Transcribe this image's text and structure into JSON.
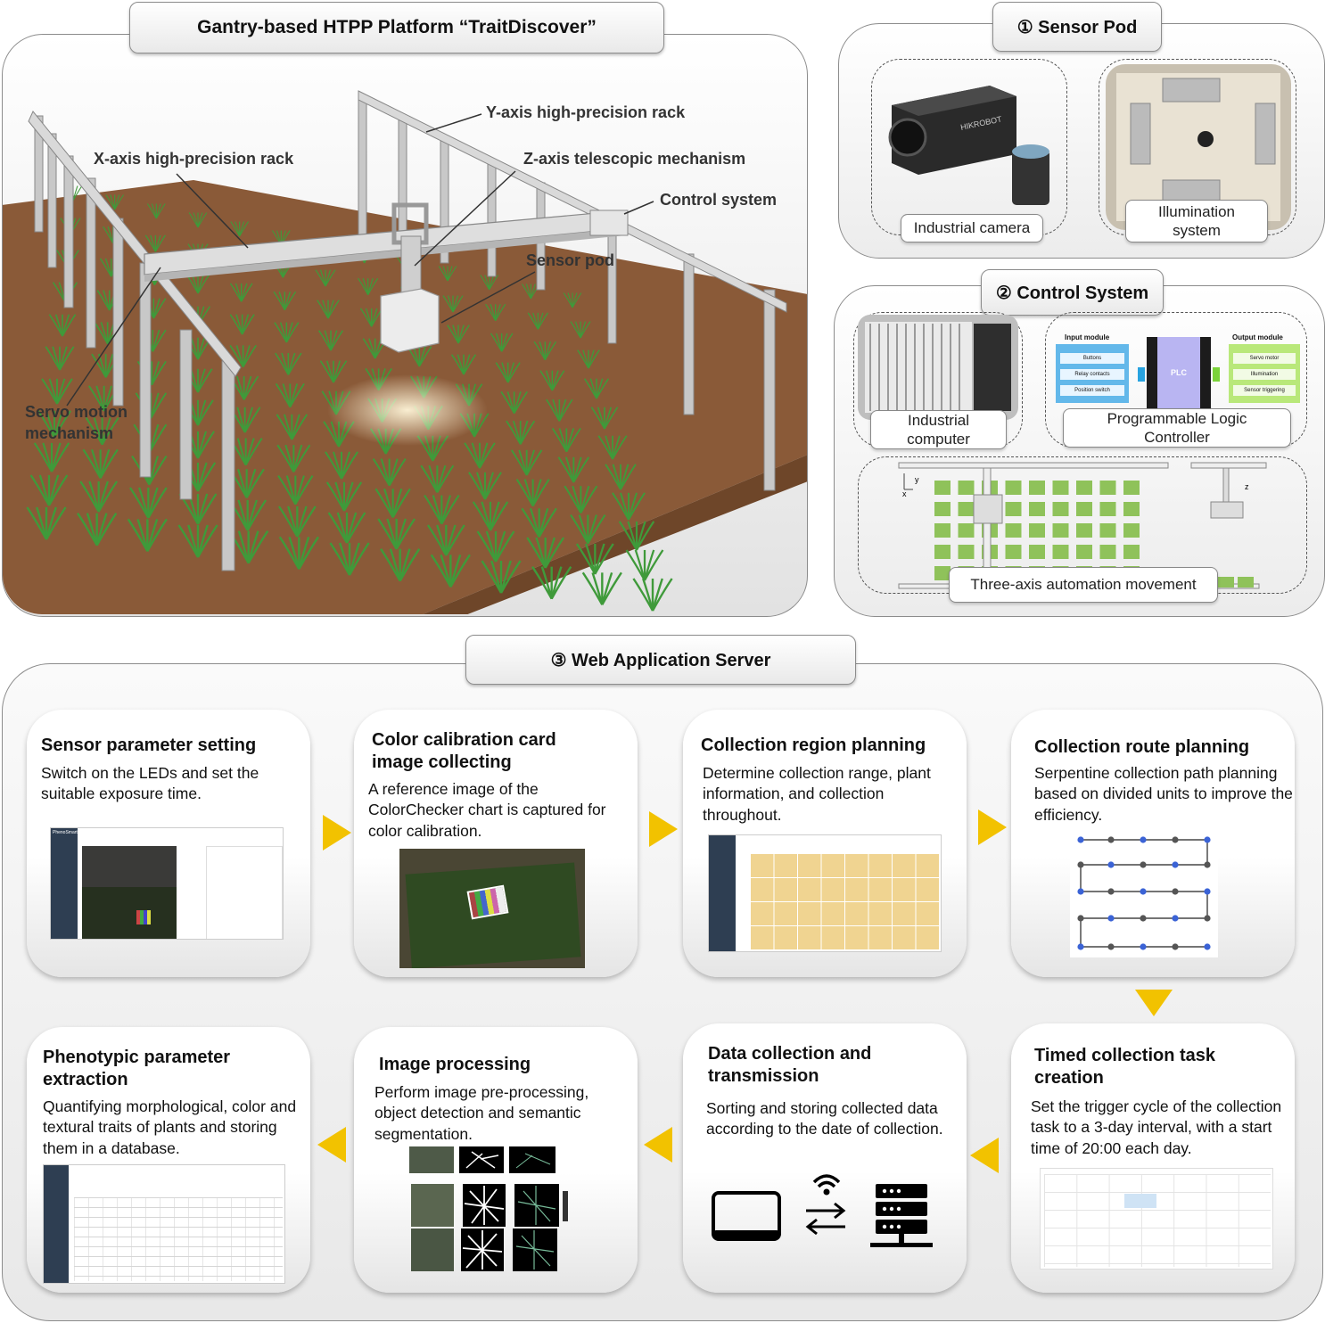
{
  "main_panel": {
    "title": "Gantry-based HTPP Platform “TraitDiscover”",
    "callouts": {
      "y_axis": "Y-axis high-precision rack",
      "x_axis": "X-axis high-precision rack",
      "z_axis": "Z-axis telescopic mechanism",
      "control": "Control system",
      "sensor_pod": "Sensor pod",
      "servo_line1": "Servo motion",
      "servo_line2": "mechanism"
    }
  },
  "sensor_pod": {
    "title": "① Sensor Pod",
    "camera_label": "Industrial camera",
    "camera_brand": "HIKROBOT",
    "illum_line1": "Illumination",
    "illum_line2": "system"
  },
  "control_system": {
    "title": "② Control System",
    "pc_line1": "Industrial",
    "pc_line2": "computer",
    "plc_line1": "Programmable Logic",
    "plc_line2": "Controller",
    "plc_diagram": {
      "input_title": "Input module",
      "inputs": [
        "Buttons",
        "Relay contacts",
        "Position switch"
      ],
      "center": "PLC",
      "output_title": "Output module",
      "outputs": [
        "Servo motor",
        "Illumination",
        "Sensor triggering"
      ]
    },
    "movement_label": "Three-axis automation movement",
    "axis_x": "x",
    "axis_y": "y",
    "axis_z": "z"
  },
  "web_server": {
    "title": "③ Web Application Server",
    "cards": [
      {
        "title": "Sensor parameter setting",
        "desc": "Switch on the LEDs and set the suitable exposure time."
      },
      {
        "title": "Color calibration card image collecting",
        "desc": "A reference image of the ColorChecker chart is captured for color calibration."
      },
      {
        "title": "Collection region planning",
        "desc": "Determine collection range, plant information, and collection throughout."
      },
      {
        "title": "Collection route planning",
        "desc": "Serpentine collection path planning based on divided units to improve the efficiency."
      },
      {
        "title": "Timed collection task creation",
        "desc": "Set the trigger cycle of the collection task to a 3-day interval, with a start time of 20:00 each day."
      },
      {
        "title": "Data collection and transmission",
        "desc": "Sorting and storing collected data according to the date of collection."
      },
      {
        "title": "Image processing",
        "desc": "Perform image pre-processing, object detection and semantic segmentation."
      },
      {
        "title": "Phenotypic parameter extraction",
        "desc": "Quantifying morphological, color and textural traits of plants and storing them in a database."
      }
    ],
    "app_logo": "PhenoSmart"
  },
  "colors": {
    "accent_arrow": "#f2c200",
    "soil": "#8a5a38",
    "plant": "#3f9a3a",
    "plot_cell": "#8fc25a",
    "route_blue": "#3b63d6",
    "route_gray": "#555555",
    "region_fill": "#f0d491"
  },
  "icons": [
    "tablet-icon",
    "wifi-icon",
    "transfer-arrows-icon",
    "server-icon"
  ]
}
